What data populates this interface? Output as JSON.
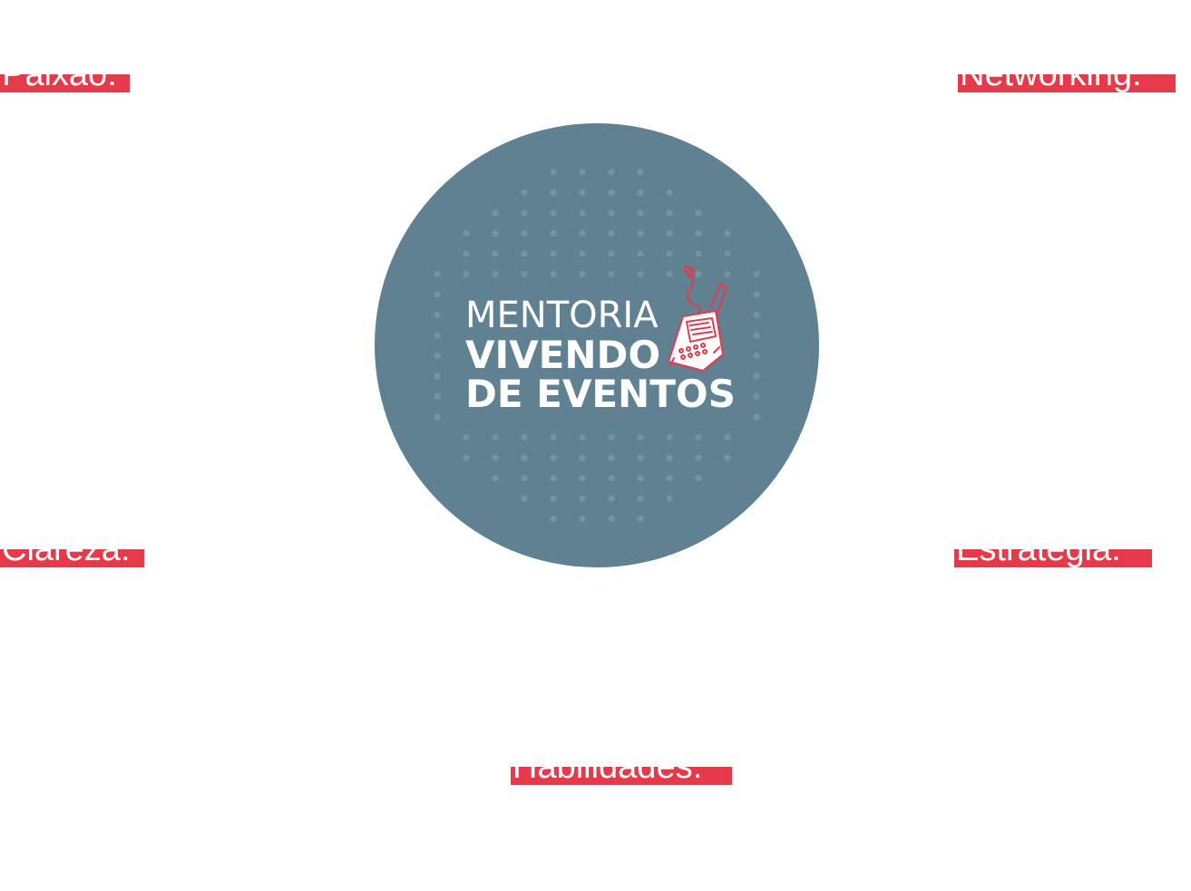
{
  "labels": {
    "top_left": "Paixão:",
    "top_right": "Networking:",
    "bottom_left": "Clareza:",
    "bottom_right": "Estratégia:",
    "bottom_center": "Habilidades:"
  },
  "logo": {
    "line1": "MENTORIA",
    "line2": "VIVENDO",
    "line3": "DE EVENTOS",
    "icon": "walkie-talkie-icon"
  },
  "colors": {
    "accent": "#e8394a",
    "circle": "#5f8192",
    "dot": "#7693a2",
    "text": "#ffffff"
  }
}
